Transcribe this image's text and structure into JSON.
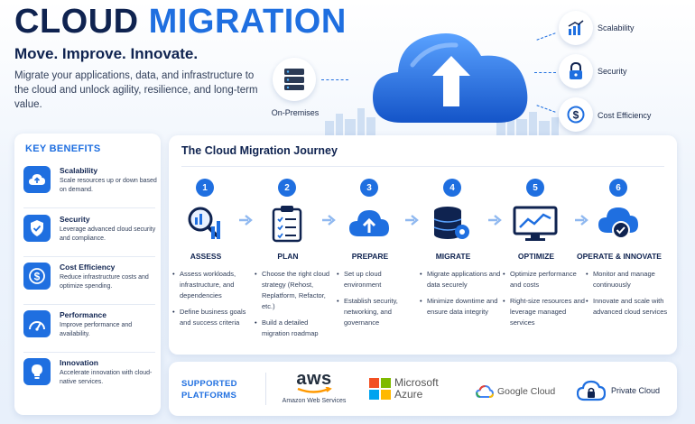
{
  "header": {
    "title_part1": "CLOUD",
    "title_part2": "MIGRATION",
    "tagline": "Move. Improve. Innovate.",
    "description": "Migrate your applications, data, and infrastructure to the cloud and unlock agility, resilience, and long-term value."
  },
  "hero": {
    "on_premises_label": "On-Premises",
    "features": [
      {
        "label": "Scalability",
        "icon": "chart-up-icon"
      },
      {
        "label": "Security",
        "icon": "lock-icon"
      },
      {
        "label": "Cost Efficiency",
        "icon": "dollar-icon"
      }
    ]
  },
  "key_benefits": {
    "title": "KEY BENEFITS",
    "items": [
      {
        "name": "Scalability",
        "text": "Scale resources up or down based on demand.",
        "icon": "cloud-upload-icon"
      },
      {
        "name": "Security",
        "text": "Leverage advanced cloud security and compliance.",
        "icon": "shield-check-icon"
      },
      {
        "name": "Cost Efficiency",
        "text": "Reduce infrastructure costs and optimize spending.",
        "icon": "dollar-icon"
      },
      {
        "name": "Performance",
        "text": "Improve performance and availability.",
        "icon": "gauge-icon"
      },
      {
        "name": "Innovation",
        "text": "Accelerate innovation with cloud-native services.",
        "icon": "lightbulb-icon"
      }
    ]
  },
  "journey": {
    "title": "The Cloud Migration Journey",
    "steps": [
      {
        "num": "1",
        "name": "ASSESS",
        "icon": "magnifier-chart-icon",
        "bullets": [
          "Assess workloads, infrastructure, and dependencies",
          "Define business goals and success criteria"
        ]
      },
      {
        "num": "2",
        "name": "PLAN",
        "icon": "clipboard-checklist-icon",
        "bullets": [
          "Choose the right cloud strategy (Rehost, Replatform, Refactor, etc.)",
          "Build a detailed migration roadmap"
        ]
      },
      {
        "num": "3",
        "name": "PREPARE",
        "icon": "cloud-upload-icon",
        "bullets": [
          "Set up cloud environment",
          "Establish security, networking, and governance"
        ]
      },
      {
        "num": "4",
        "name": "MIGRATE",
        "icon": "database-gear-icon",
        "bullets": [
          "Migrate applications and data securely",
          "Minimize downtime and ensure data integrity"
        ]
      },
      {
        "num": "5",
        "name": "OPTIMIZE",
        "icon": "monitor-chart-icon",
        "bullets": [
          "Optimize performance and costs",
          "Right-size resources and leverage managed services"
        ]
      },
      {
        "num": "6",
        "name": "OPERATE & INNOVATE",
        "icon": "cloud-check-icon",
        "bullets": [
          "Monitor and manage continuously",
          "Innovate and scale with advanced cloud services"
        ]
      }
    ]
  },
  "platforms": {
    "title": "SUPPORTED PLATFORMS",
    "aws_logo": "aws",
    "aws_caption": "Amazon Web Services",
    "microsoft_line1": "Microsoft",
    "microsoft_line2": "Azure",
    "google": "Google Cloud",
    "private": "Private Cloud"
  },
  "colors": {
    "brand_blue": "#1f6fe0",
    "navy": "#0f2350",
    "aws_orange": "#ff9900"
  }
}
